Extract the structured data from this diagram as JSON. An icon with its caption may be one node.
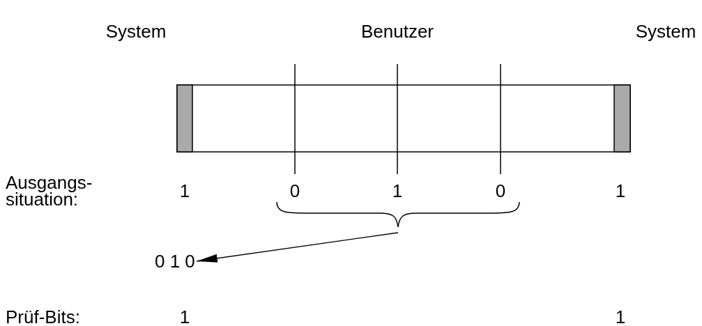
{
  "diagram": {
    "nodes": [
      {
        "text": [],
        "shape": "brace"
      },
      {
        "text": [
          "0 1 0"
        ]
      }
    ],
    "edges": [
      {
        "from": 0,
        "to": 1,
        "arrow": "to"
      }
    ],
    "labels": [
      "System",
      "Benutzer",
      "System",
      "Ausgangs- situation:",
      "1",
      "0",
      "1",
      "0",
      "1",
      "Prüf-Bits:",
      "1",
      "1"
    ]
  }
}
